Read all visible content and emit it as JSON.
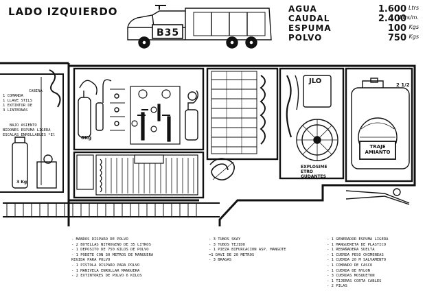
{
  "title": "LADO IZQUIERDO",
  "truck_code": "B35",
  "specs": [
    {
      "label": "AGUA",
      "value": "1.600",
      "unit": "Ltrs"
    },
    {
      "label": "CAUDAL",
      "value": "2.400",
      "unit": "Ltrs/m."
    },
    {
      "label": "ESPUMA",
      "value": "100",
      "unit": "Kgs"
    },
    {
      "label": "POLVO",
      "value": "750",
      "unit": "Kgs"
    }
  ],
  "cabin_note": [
    "CABINA",
    "1 COMANDA",
    "1 LLAVE STILS",
    "1 EXTINTOR DE",
    "3 LINTERNAS"
  ],
  "seat_note": [
    "BAJO ASIENTO",
    "BIDONES ESPUMA LIGERA",
    "ESCALAS ENROLLABLES *El"
  ],
  "bottle_label": "6Kg",
  "tank_label": "3 Kg",
  "jlo_label": "JLO",
  "jerrycan_label": "2 1/2",
  "fan_label": [
    "EXPLOSIME",
    "ETRO",
    "GUDANTES"
  ],
  "suit_label": [
    "TRAJE",
    "AMIANTO"
  ],
  "legend_col1": [
    "- MANDOS DISPARO DE POLVO",
    "- 2 BOTELLAS NITROGENO DE 35 LITROS",
    "- 1 DEPOSITO DE 750 KILOS DE POLVO",
    "- 1 PODETE CON 30 METROS DE MANGUERA",
    "      RIGIDA PARA POLVO",
    "- 1 PISTOLA DISPARO PARA POLVO",
    "- 1 MANIVELA ENROLLAR MANGUERA",
    "- 2 EXTINTORES DE POLVO 6 KILOS"
  ],
  "legend_col2": [
    "- 3 TUBOS SKAY",
    "- 3 TUBOS TEJIDO",
    "- 1 PIEZA BIFURCACION ASP. MANGOTE",
    "=1 DAVI DE 20 METROS",
    "- 3 BRAGAS"
  ],
  "legend_col3": [
    "- 1 GENERADOR ESPUMA LIGERA",
    "- 1 MANGUERETA DE PLASTICO",
    "- 1 REBAÑADERA SUELTA",
    "- 1 CUERDA PESO CHIMENEAS",
    "- 1 CUERDA 20 M SALVAMENTO",
    "- 1 COMANDO DE CASCO",
    "- 1 CUERDA DE NYLON",
    "- 3 CUERDAS MOSQUETON",
    "- 1 TIJERAS CORTA CABLES",
    "- 2 PILAS"
  ]
}
